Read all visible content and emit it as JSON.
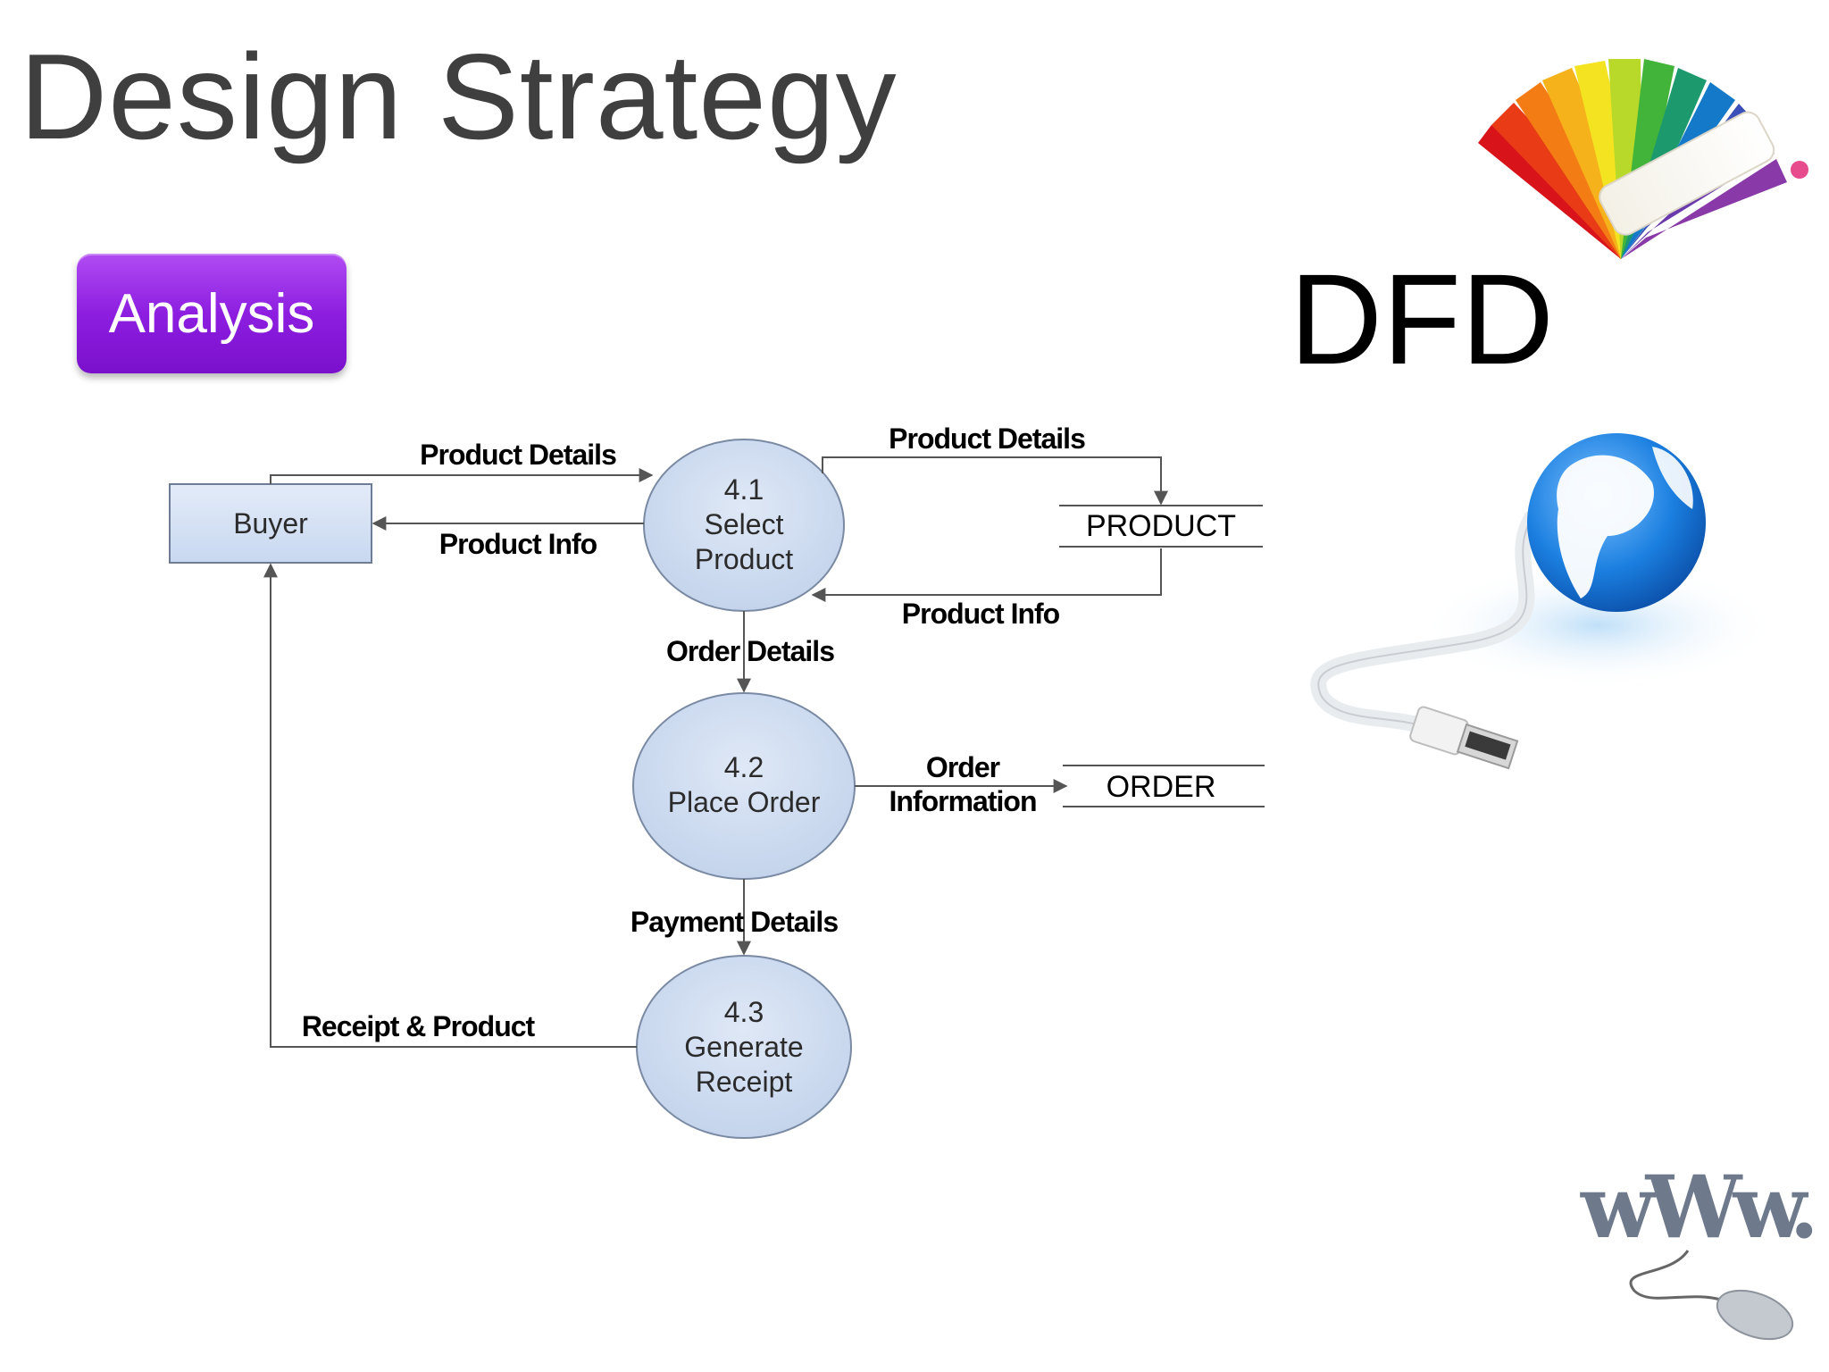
{
  "slide": {
    "title": "Design Strategy",
    "badge": "Analysis",
    "dfd_label": "DFD"
  },
  "diagram": {
    "buyer": "Buyer",
    "processes": [
      {
        "id": "4.1",
        "name_line1": "Select",
        "name_line2": "Product"
      },
      {
        "id": "4.2",
        "name_line1": "Place Order"
      },
      {
        "id": "4.3",
        "name_line1": "Generate",
        "name_line2": "Receipt"
      }
    ],
    "stores": {
      "product": "PRODUCT",
      "order": "ORDER"
    },
    "flows": {
      "buyer_to_select": "Product Details",
      "select_to_buyer": "Product Info",
      "select_to_product_store": "Product Details",
      "product_store_to_select": "Product Info",
      "select_to_place": "Order Details",
      "place_to_order_store_1": "Order",
      "place_to_order_store_2": "Information",
      "place_to_receipt": "Payment Details",
      "receipt_to_buyer": "Receipt & Product"
    }
  },
  "colors": {
    "title": "#3f3f3f",
    "badge": "#8d1ee0",
    "process_fill": "#ccdaf0",
    "buyer_fill": "#d3e0f4"
  },
  "icons": [
    "color-swatch-fan-icon",
    "globe-with-usb-cable-icon",
    "www-mouse-icon"
  ]
}
